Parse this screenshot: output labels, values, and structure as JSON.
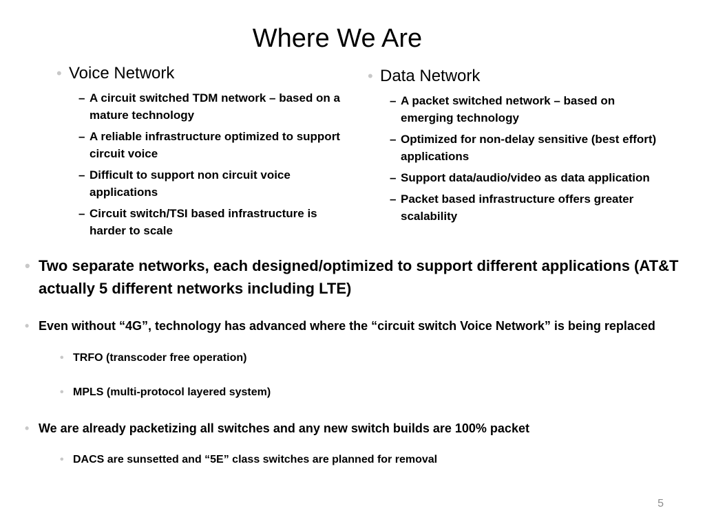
{
  "slide": {
    "title": "Where We Are",
    "page_number": "5",
    "bullet_glyph": "•",
    "dash_glyph": "–",
    "bullet_color": "#c8c8c8"
  },
  "voice_network": {
    "heading": "Voice Network",
    "items": [
      "A circuit switched TDM network – based on a mature technology",
      "A reliable infrastructure optimized to support circuit voice",
      "Difficult to support non circuit voice applications",
      "Circuit switch/TSI based infrastructure is harder to scale"
    ]
  },
  "data_network": {
    "heading": "Data Network",
    "items": [
      "A packet switched network – based on emerging technology",
      "Optimized for non-delay sensitive (best effort) applications",
      "Support data/audio/video as data application",
      "Packet based infrastructure offers greater scalability"
    ]
  },
  "lower_bullets": {
    "b1": "Two separate networks, each designed/optimized to support different applications (AT&T actually 5 different networks including LTE)",
    "b2": "Even without “4G”, technology has advanced where the  “circuit switch Voice Network” is being replaced",
    "b2_sub1": "TRFO (transcoder free operation)",
    "b2_sub2": "MPLS (multi-protocol layered system)",
    "b3": "We are already packetizing all switches and any new switch builds are 100% packet",
    "b3_sub1": "DACS are sunsetted and “5E” class switches are planned for removal"
  }
}
